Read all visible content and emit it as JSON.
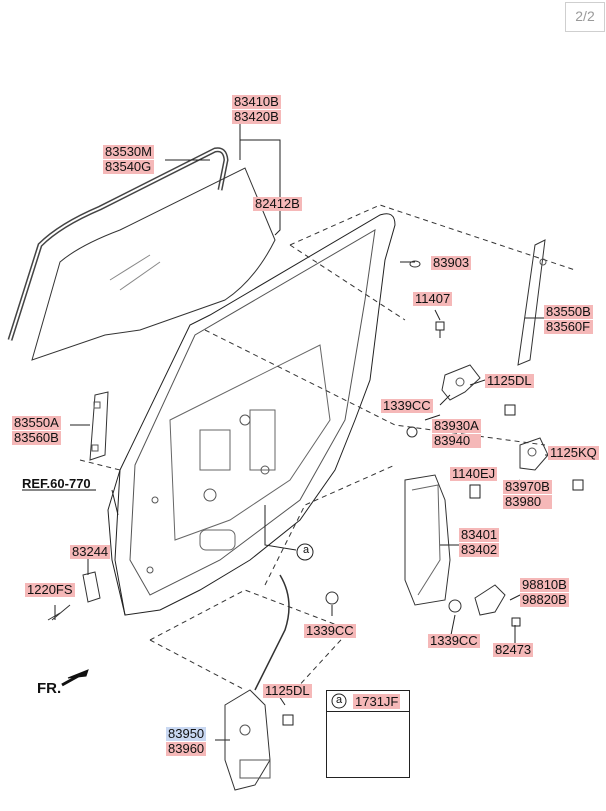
{
  "page_indicator": "2/2",
  "ref_label": "REF.60-770",
  "direction_label": "FR.",
  "legend": {
    "marker": "a",
    "code": "1731JF"
  },
  "callout_marker": "a",
  "parts": {
    "p83410B": [
      "83410B",
      "83420B"
    ],
    "p83530M": [
      "83530M",
      "83540G"
    ],
    "p82412B": [
      "82412B"
    ],
    "p83903": [
      "83903"
    ],
    "p11407": [
      "11407"
    ],
    "p83550B": [
      "83550B",
      "83560F"
    ],
    "p1125DL_a": [
      "1125DL"
    ],
    "p1339CC_a": [
      "1339CC"
    ],
    "p83930A": [
      "83930A",
      "83940"
    ],
    "p83550A": [
      "83550A",
      "83560B"
    ],
    "p1125KQ": [
      "1125KQ"
    ],
    "p1140EJ": [
      "1140EJ"
    ],
    "p83970B": [
      "83970B",
      "83980"
    ],
    "p83401": [
      "83401",
      "83402"
    ],
    "p83244": [
      "83244"
    ],
    "p1220FS": [
      "1220FS"
    ],
    "p1339CC_b": [
      "1339CC"
    ],
    "p98810B": [
      "98810B",
      "98820B"
    ],
    "p1339CC_c": [
      "1339CC"
    ],
    "p82473": [
      "82473"
    ],
    "p1125DL_b": [
      "1125DL"
    ],
    "p83950": [
      "83950",
      "83960"
    ]
  }
}
